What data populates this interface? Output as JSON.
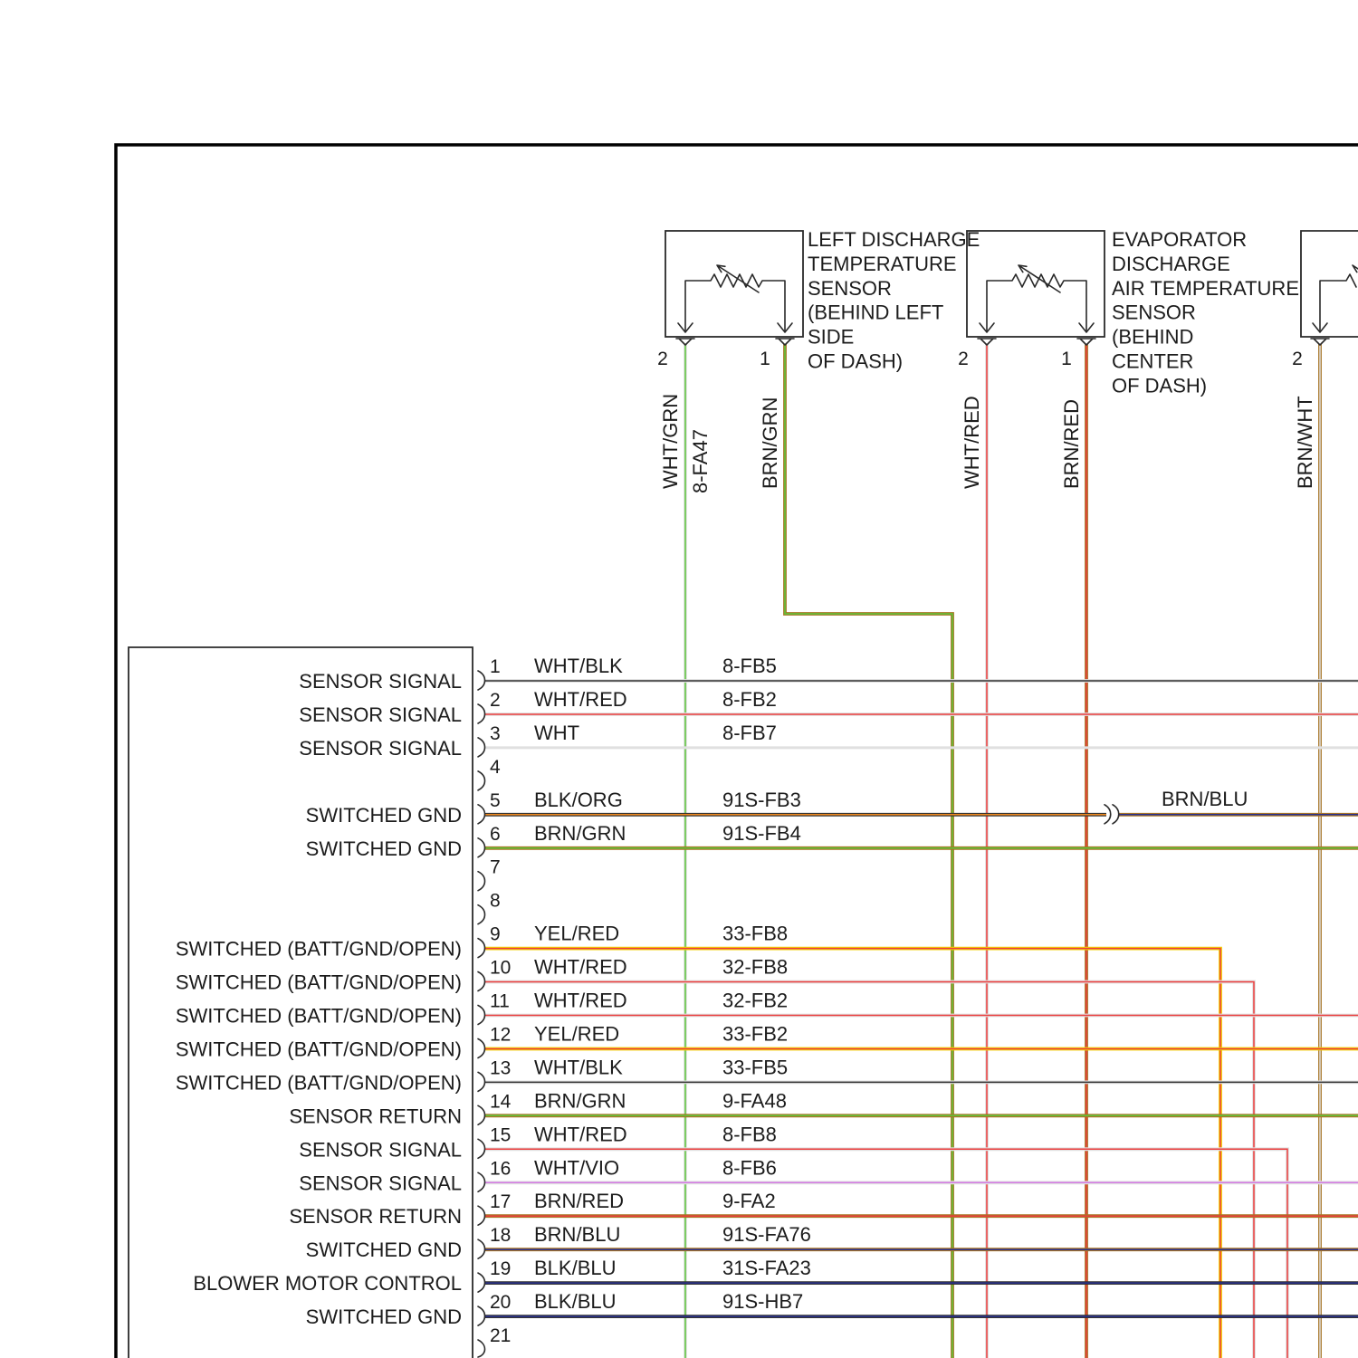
{
  "sensors": [
    {
      "name_lines": [
        "LEFT DISCHARGE",
        "TEMPERATURE",
        "SENSOR",
        "(BEHIND LEFT",
        "SIDE",
        "OF DASH)"
      ],
      "pins": [
        {
          "number": "2",
          "wire": "WHT/GRN",
          "circuit": "8-FA47"
        },
        {
          "number": "1",
          "wire": "BRN/GRN"
        }
      ]
    },
    {
      "name_lines": [
        "EVAPORATOR",
        "DISCHARGE",
        "AIR TEMPERATURE",
        "SENSOR",
        "(BEHIND",
        "CENTER",
        "OF DASH)"
      ],
      "pins": [
        {
          "number": "2",
          "wire": "WHT/RED"
        },
        {
          "number": "1",
          "wire": "BRN/RED"
        }
      ]
    },
    {
      "name_lines": [],
      "pins": [
        {
          "number": "2",
          "wire": "BRN/WHT"
        }
      ]
    }
  ],
  "module": {
    "pins": [
      {
        "number": "1",
        "wire": "WHT/BLK",
        "circuit": "8-FB5",
        "function": "SENSOR SIGNAL"
      },
      {
        "number": "2",
        "wire": "WHT/RED",
        "circuit": "8-FB2",
        "function": "SENSOR SIGNAL"
      },
      {
        "number": "3",
        "wire": "WHT",
        "circuit": "8-FB7",
        "function": "SENSOR SIGNAL"
      },
      {
        "number": "4"
      },
      {
        "number": "5",
        "wire": "BLK/ORG",
        "circuit": "91S-FB3",
        "function": "SWITCHED GND",
        "continues_as": "BRN/BLU"
      },
      {
        "number": "6",
        "wire": "BRN/GRN",
        "circuit": "91S-FB4",
        "function": "SWITCHED GND"
      },
      {
        "number": "7"
      },
      {
        "number": "8"
      },
      {
        "number": "9",
        "wire": "YEL/RED",
        "circuit": "33-FB8",
        "function": "SWITCHED (BATT/GND/OPEN)"
      },
      {
        "number": "10",
        "wire": "WHT/RED",
        "circuit": "32-FB8",
        "function": "SWITCHED (BATT/GND/OPEN)"
      },
      {
        "number": "11",
        "wire": "WHT/RED",
        "circuit": "32-FB2",
        "function": "SWITCHED (BATT/GND/OPEN)"
      },
      {
        "number": "12",
        "wire": "YEL/RED",
        "circuit": "33-FB2",
        "function": "SWITCHED (BATT/GND/OPEN)"
      },
      {
        "number": "13",
        "wire": "WHT/BLK",
        "circuit": "33-FB5",
        "function": "SWITCHED (BATT/GND/OPEN)"
      },
      {
        "number": "14",
        "wire": "BRN/GRN",
        "circuit": "9-FA48",
        "function": "SENSOR RETURN"
      },
      {
        "number": "15",
        "wire": "WHT/RED",
        "circuit": "8-FB8",
        "function": "SENSOR SIGNAL"
      },
      {
        "number": "16",
        "wire": "WHT/VIO",
        "circuit": "8-FB6",
        "function": "SENSOR SIGNAL"
      },
      {
        "number": "17",
        "wire": "BRN/RED",
        "circuit": "9-FA2",
        "function": "SENSOR RETURN"
      },
      {
        "number": "18",
        "wire": "BRN/BLU",
        "circuit": "91S-FA76",
        "function": "SWITCHED GND"
      },
      {
        "number": "19",
        "wire": "BLK/BLU",
        "circuit": "31S-FA23",
        "function": "BLOWER MOTOR CONTROL"
      },
      {
        "number": "20",
        "wire": "BLK/BLU",
        "circuit": "91S-HB7",
        "function": "SWITCHED GND"
      },
      {
        "number": "21"
      }
    ]
  },
  "wire_colors": {
    "WHT": "#e0e0e0",
    "BLK": "#333333",
    "RED": "#ec3d3d",
    "GRN": "#5cc63a",
    "BRN": "#a87424",
    "YEL": "#f2d000",
    "ORG": "#f28a1e",
    "BLU": "#283090",
    "VIO": "#d47ae4"
  }
}
